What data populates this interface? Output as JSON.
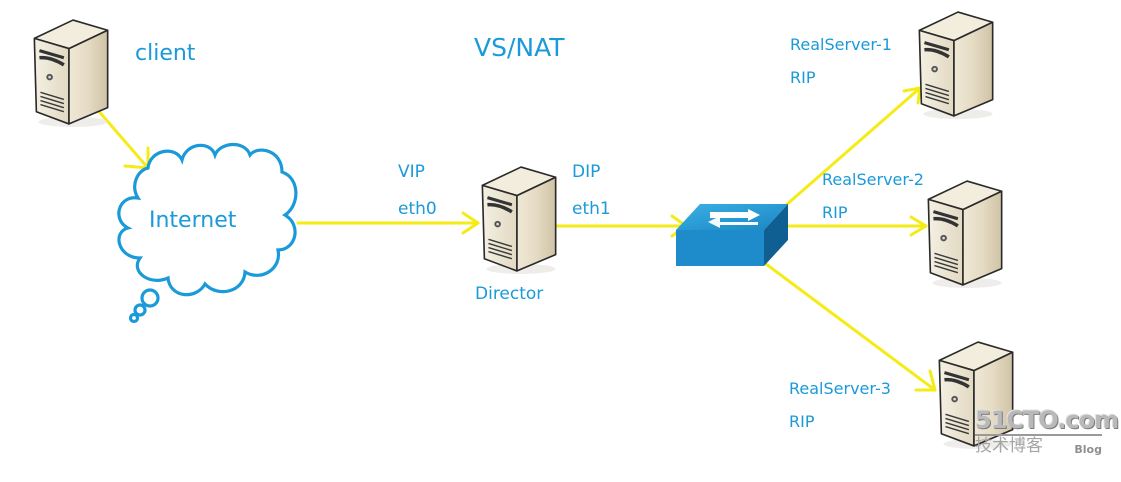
{
  "title": "VS/NAT",
  "colors": {
    "label": "#1a9ad8",
    "link": "#f5eb16",
    "cloud": "#1a9ad8",
    "switch": "#1f8fc9",
    "server_body": "#e9e2cf"
  },
  "nodes": {
    "client": {
      "label": "client",
      "icon": "server-icon"
    },
    "internet": {
      "label": "Internet",
      "icon": "cloud-icon"
    },
    "director": {
      "label": "Director",
      "icon": "server-icon",
      "vip_label": "VIP",
      "vip_iface": "eth0",
      "dip_label": "DIP",
      "dip_iface": "eth1"
    },
    "switch": {
      "icon": "switch-icon"
    },
    "realservers": [
      {
        "label": "RealServer-1",
        "ip_label": "RIP",
        "icon": "server-icon"
      },
      {
        "label": "RealServer-2",
        "ip_label": "RIP",
        "icon": "server-icon"
      },
      {
        "label": "RealServer-3",
        "ip_label": "RIP",
        "icon": "server-icon"
      }
    ]
  },
  "links": [
    {
      "from": "client",
      "to": "internet"
    },
    {
      "from": "internet",
      "to": "director"
    },
    {
      "from": "director",
      "to": "switch"
    },
    {
      "from": "switch",
      "to": "realserver-1"
    },
    {
      "from": "switch",
      "to": "realserver-2"
    },
    {
      "from": "switch",
      "to": "realserver-3"
    }
  ],
  "watermark": {
    "site": "51CTO.com",
    "subtitle": "技术博客",
    "blog": "Blog"
  }
}
